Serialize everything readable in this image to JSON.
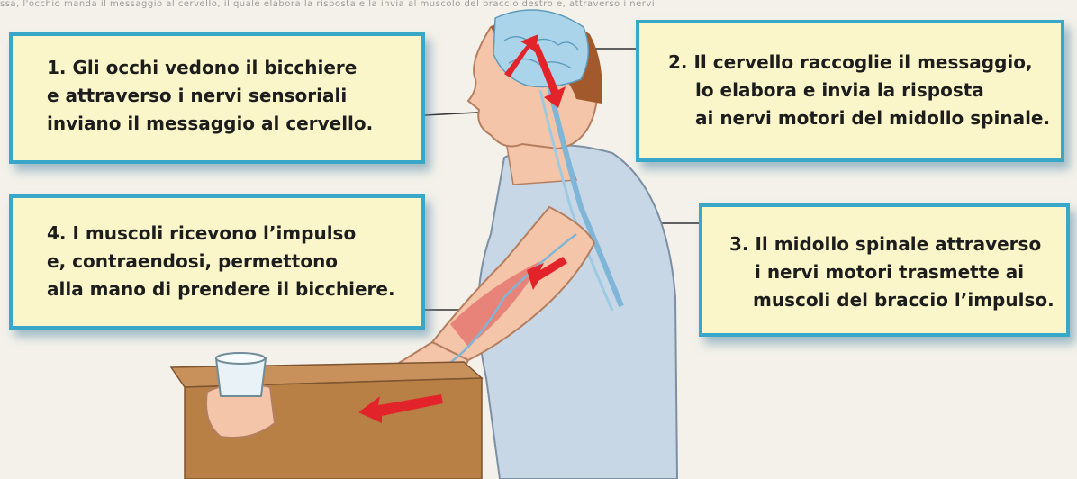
{
  "top_text": "ssa, l'occhio manda il messaggio al cervello, il quale elabora la risposta e la invia al muscolo del braccio destro e, attraverso i nervi",
  "boxes": [
    {
      "number": "1.",
      "lines": [
        "Gli occhi vedono il bicchiere",
        "e attraverso i nervi sensoriali",
        "inviano il messaggio al cervello."
      ]
    },
    {
      "number": "2.",
      "lines": [
        "Il cervello raccoglie il messaggio,",
        "lo elabora e invia la risposta",
        "ai nervi motori del midollo spinale."
      ]
    },
    {
      "number": "3.",
      "lines": [
        "Il midollo spinale attraverso",
        "i nervi motori trasmette ai",
        "muscoli del braccio l’impulso."
      ]
    },
    {
      "number": "4.",
      "lines": [
        "I muscoli ricevono l’impulso",
        "e, contraendosi, permettono",
        "alla mano di prendere il bicchiere."
      ]
    }
  ],
  "colors": {
    "box_fill": "#fbf6c9",
    "box_border": "#39a8c8",
    "skin": "#f4c5a8",
    "shirt": "#c8d7e6",
    "hair": "#a25a2c",
    "brain": "#a9d4ea",
    "nerve": "#7fb6d8",
    "arrow": "#e2232a",
    "table": "#b98046",
    "glass": "#e9f3f7"
  },
  "icons": [
    "brain-illustration",
    "arrow-brain-in",
    "arrow-brain-out",
    "arrow-shoulder",
    "arrow-forearm",
    "glass-icon"
  ]
}
